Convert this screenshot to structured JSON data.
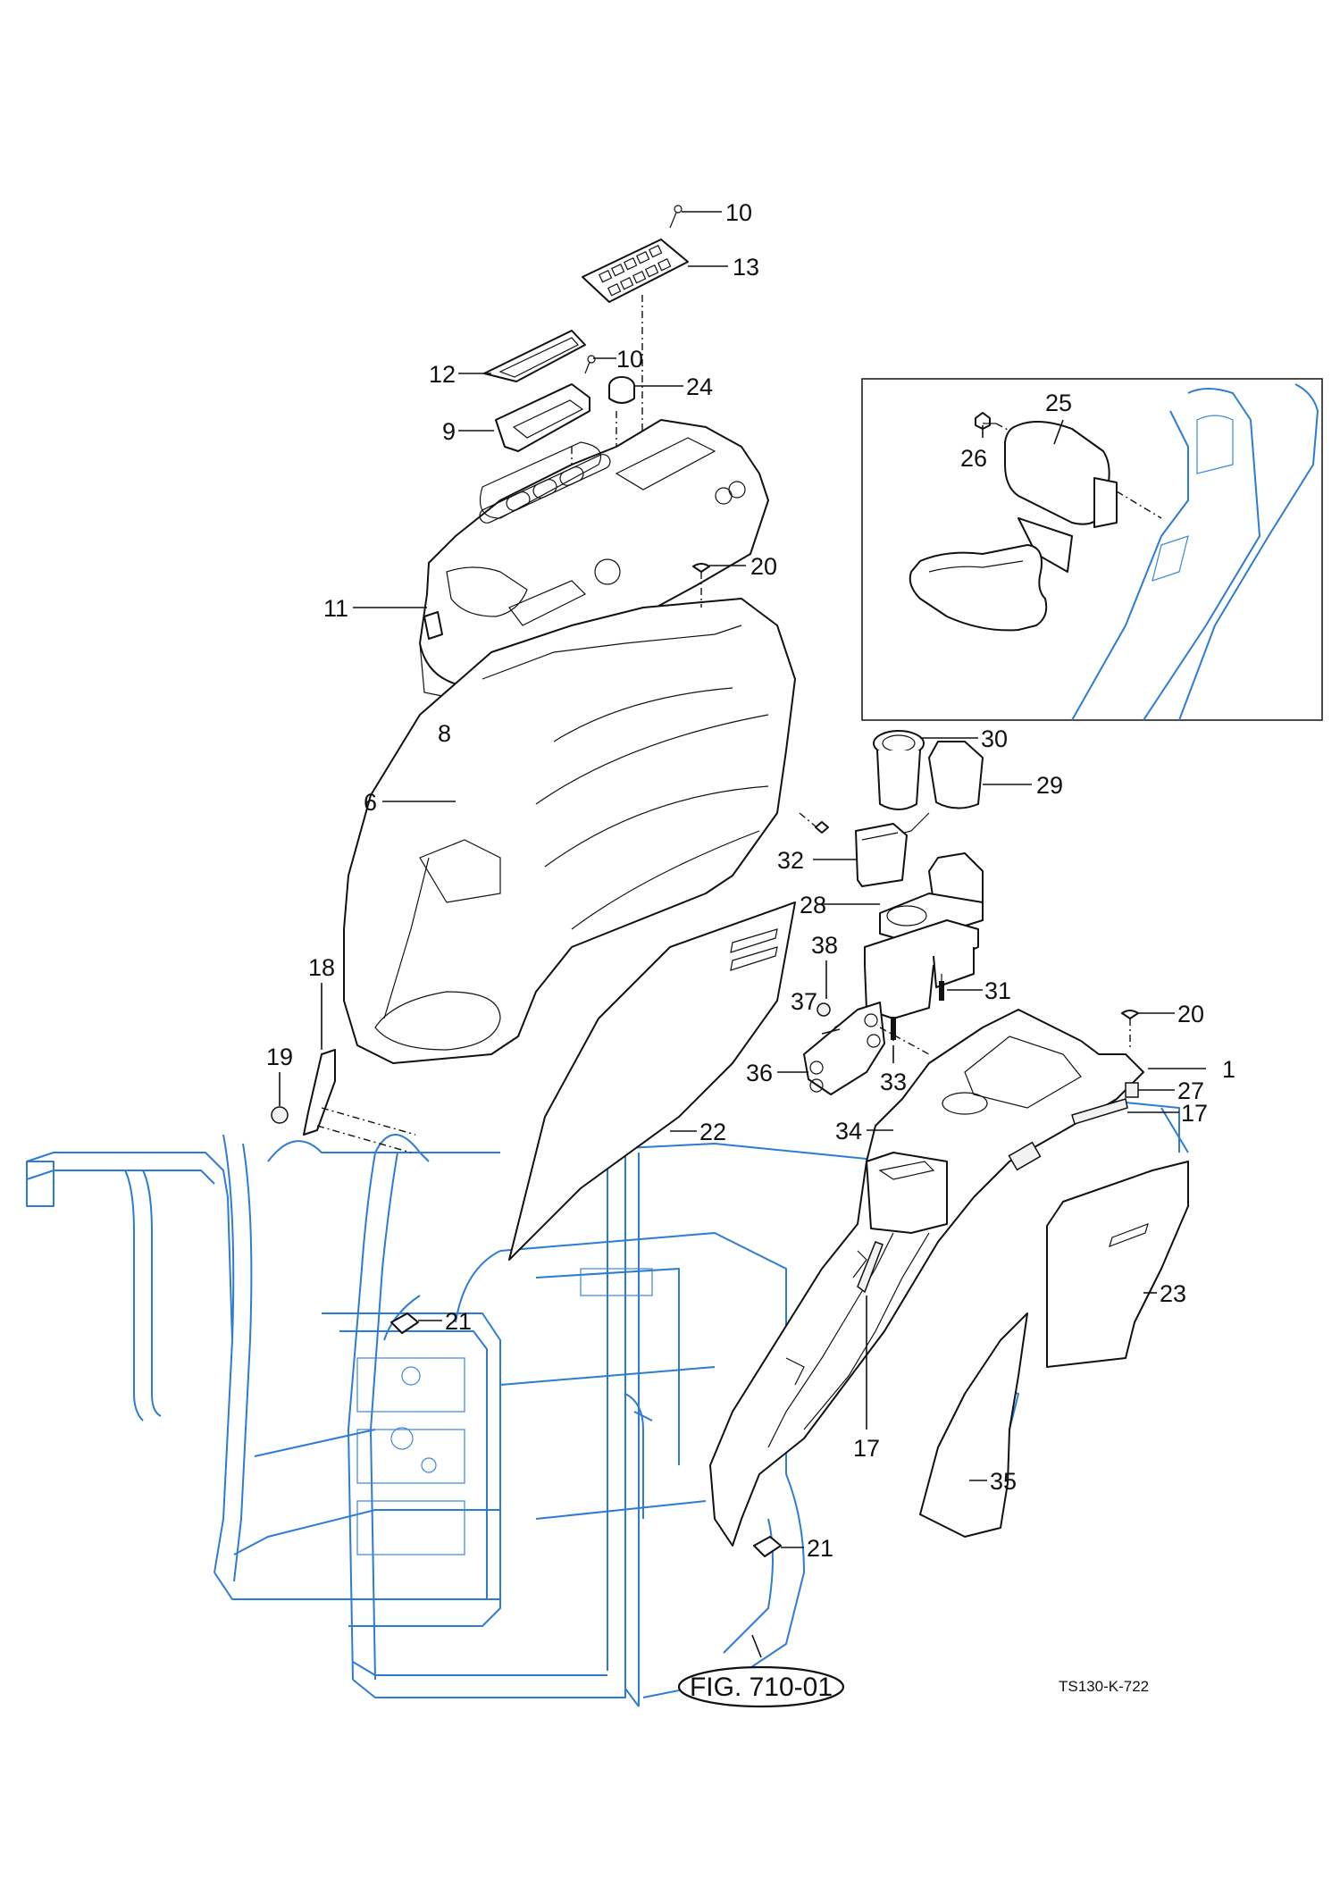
{
  "document_code": "TS130-K-722",
  "figure_reference": "FIG. 710-01",
  "colors": {
    "part_lines": "#111111",
    "cab_lines": "#2e7bd6",
    "background": "#ffffff"
  },
  "callouts": {
    "c10a": "10",
    "c13": "13",
    "c12": "12",
    "c10b": "10",
    "c24": "24",
    "c9": "9",
    "c20a": "20",
    "c11": "11",
    "c8": "8",
    "c6": "6",
    "c25": "25",
    "c26": "26",
    "c30": "30",
    "c29": "29",
    "c32": "32",
    "c28": "28",
    "c38": "38",
    "c37": "37",
    "c31": "31",
    "c18": "18",
    "c19": "19",
    "c20b": "20",
    "c1": "1",
    "c27": "27",
    "c17a": "17",
    "c36": "36",
    "c33": "33",
    "c34": "34",
    "c22": "22",
    "c21a": "21",
    "c23": "23",
    "c17b": "17",
    "c35": "35",
    "c21b": "21"
  }
}
